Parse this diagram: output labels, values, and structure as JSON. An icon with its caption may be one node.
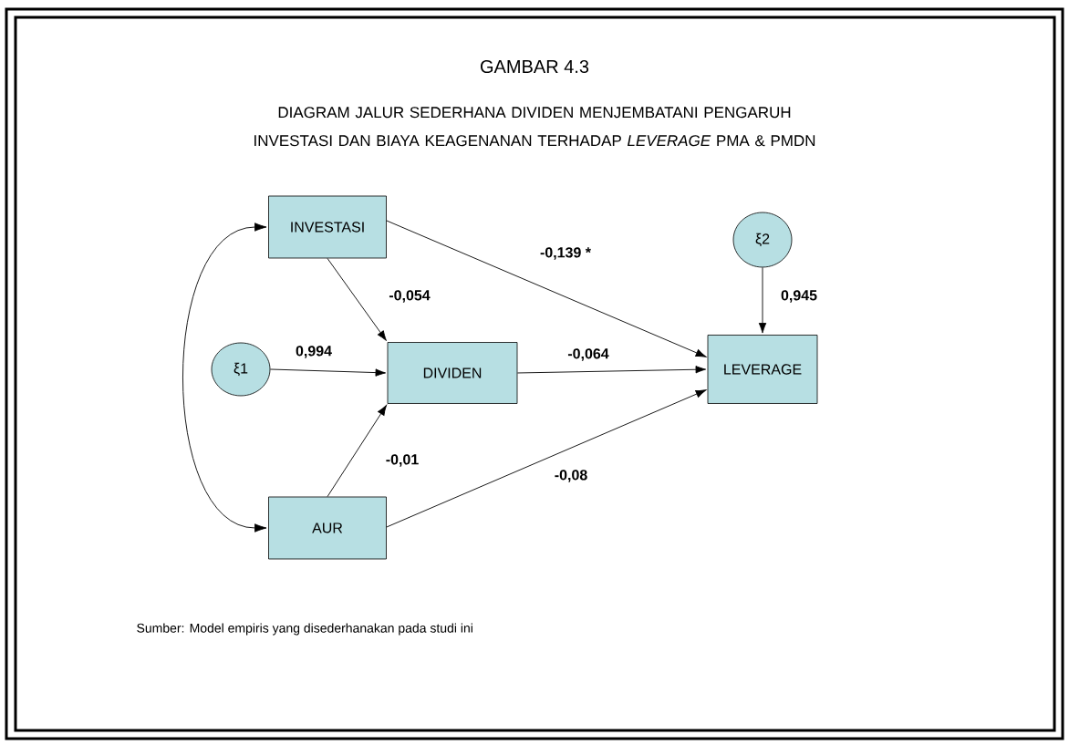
{
  "diagram": {
    "title": "GAMBAR 4.3",
    "nodes": [
      {
        "text": [
          "INVESTASI"
        ]
      },
      {
        "text": [
          "ξ2"
        ]
      },
      {
        "text": [
          "ξ1"
        ]
      },
      {
        "text": [
          "DIVIDEN"
        ]
      },
      {
        "text": [
          "LEVERAGE"
        ]
      },
      {
        "text": [
          "AUR"
        ]
      }
    ],
    "edges": [
      {
        "from": 0,
        "to": 3,
        "arrow": "to",
        "label": "-0,054"
      },
      {
        "from": 0,
        "to": 4,
        "arrow": "to",
        "label": "-0,139 *"
      },
      {
        "from": 1,
        "to": 4,
        "arrow": "to",
        "label": "0,945"
      },
      {
        "from": 2,
        "to": 3,
        "arrow": "to",
        "label": "0,994"
      },
      {
        "from": 3,
        "to": 4,
        "arrow": "to",
        "label": "-0,064"
      },
      {
        "from": 5,
        "to": 3,
        "arrow": "to",
        "label": "-0,01"
      },
      {
        "from": 5,
        "to": 4,
        "arrow": "to",
        "label": "-0,08"
      },
      {
        "from": 0,
        "to": 5,
        "arrow": "both"
      }
    ],
    "labels": [
      "DIAGRAM JALUR SEDERHANA DIVIDEN MENJEMBATANI PENGARUH INVESTASI DAN BIAYA KEAGENANAN TERHADAP *LEVERAGE* PMA & PMDN",
      "Sumber: Model empiris yang disederhanakan pada studi ini"
    ]
  }
}
